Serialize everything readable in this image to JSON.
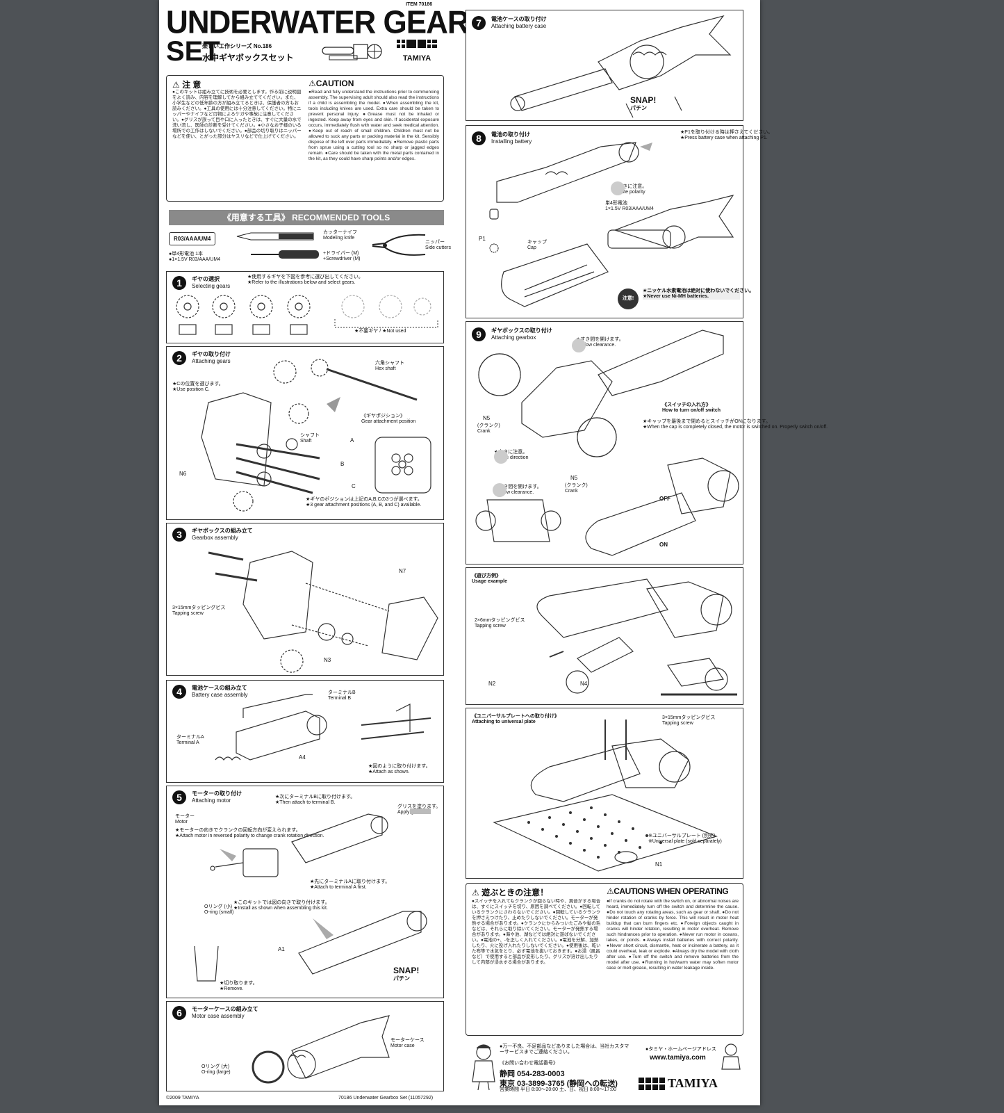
{
  "header": {
    "item_no": "ITEM 70186",
    "title_line1": "UNDERWATER GEARBOX",
    "title_line2": "SET",
    "series_jp": "楽しい工作シリーズ No.186",
    "title_jp": "水中ギヤボックスセット",
    "brand": "TAMIYA"
  },
  "caution": {
    "jp_heading": "注 意",
    "en_heading": "CAUTION",
    "jp_text": "●このキットは組み立てに技術を必要とします。作る前に説明図をよく読み、内容を理解してから組み立ててください。また、小学生などの低年齢の方が組み立てるときは、保護者の方もお読みください。●工具の使用には十分注意してください。特にニッパーやナイフなど刃物によるケガや事故に注意してください。●グリスが誤って目や口に入ったときは、すぐに大量の水で洗い流し、医師の診断を受けてください。●小さなお子様のいる場所での工作はしないでください。●部品の切り取りはニッパーなどを使い、とがった部分はヤスリなどで仕上げてください。",
    "en_text": "●Read and fully understand the instructions prior to commencing assembly. The supervising adult should also read the instructions if a child is assembling the model. ●When assembling the kit, tools including knives are used. Extra care should be taken to prevent personal injury. ●Grease must not be inhaled or ingested. Keep away from eyes and skin. If accidental exposure occurs, immediately flush with water and seek medical attention. ●Keep out of reach of small children. Children must not be allowed to suck any parts or packing material in the kit. Sensibly dispose of the left over parts immediately. ●Remove plastic parts from sprue using a cutting tool so no sharp or jagged edges remain. ●Care should be taken with the metal parts contained in the kit, as they could have sharp points and/or edges."
  },
  "tools": {
    "heading": "《用意する工具》 RECOMMENDED TOOLS",
    "battery_label": "R03/AAA/UM4",
    "battery_note": "●単4形電池 1本\n●1×1.5V R03/AAA/UM4",
    "knife": "カッターナイフ\nModeling knife",
    "driver": "+ドライバー (M)\n+Screwdriver (M)",
    "cutters": "ニッパー\nSide cutters"
  },
  "steps": [
    {
      "num": "1",
      "jp": "ギヤの選択",
      "en": "Selecting gears",
      "note": "★使用するギヤを下図を参考に選び出してください。\n★Refer to the illustrations below and select gears.",
      "extra": "★不要ギヤ / ★Not used"
    },
    {
      "num": "2",
      "jp": "ギヤの取り付け",
      "en": "Attaching gears",
      "note": "★Cの位置を選びます。\n★Use position C.",
      "hex": "六角シャフト\nHex shaft",
      "pos": "《ギヤポジション》\nGear attachment position",
      "shaft": "シャフト\nShaft",
      "part": "N6",
      "foot": "★ギヤのポジションは上記のA,B,Cの3つが選べます。\n★3 gear attachment positions (A, B, and C) available.",
      "a": "A",
      "b": "B",
      "c": "C"
    },
    {
      "num": "3",
      "jp": "ギヤボックスの組み立て",
      "en": "Gearbox assembly",
      "screw": "3×15mmタッピングビス\nTapping screw",
      "n7": "N7",
      "n3": "N3"
    },
    {
      "num": "4",
      "jp": "電池ケースの組み立て",
      "en": "Battery case assembly",
      "tb": "ターミナルB\nTerminal B",
      "ta": "ターミナルA\nTerminal A",
      "a4": "A4",
      "note": "★図のように取り付けます。\n★Attach as shown."
    },
    {
      "num": "5",
      "jp": "モーターの取り付け",
      "en": "Attaching motor",
      "motor": "モーター\nMotor",
      "motor_note": "★モーターの向きでクランクの回転方向が変えられます。\n★Attach motor in reversed polarity to change crank rotation direction.",
      "step2": "★次にターミナルBに取り付けます。\n★Then attach to terminal B.",
      "grease": "グリスを塗ります。\nApply grease.",
      "step1": "★先にターミナルAに取り付けます。\n★Attach to terminal A first.",
      "oring": "Oリング (小)\nO-ring (small)",
      "install": "★このキットでは図の向きで取り付けます。\n★Install as shown when assembling this kit.",
      "a1": "A1",
      "remove": "★切り取ります。\n★Remove.",
      "snap": "SNAP!",
      "snap_jp": "パチン"
    },
    {
      "num": "6",
      "jp": "モーターケースの組み立て",
      "en": "Motor case assembly",
      "oring": "Oリング (大)\nO-ring (large)",
      "case": "モーターケース\nMotor case"
    },
    {
      "num": "7",
      "jp": "電池ケースの取り付け",
      "en": "Attaching battery case",
      "snap": "SNAP!",
      "snap_jp": "パチン"
    },
    {
      "num": "8",
      "jp": "電池の取り付け",
      "en": "Installing battery",
      "p1note": "★P1を取り付ける時は押さえてください。\n★Press battery case when attaching P1.",
      "polarity": "★向きに注意。\n★Note polarity",
      "battery": "単4形電池\n1×1.5V R03/AAA/UM4",
      "p1": "P1",
      "cap": "キャップ\nCap",
      "caution_badge": "注意!",
      "nimh": "★ニッケル水素電池は絶対に使わないでください。\n★Never use Ni-MH batteries."
    },
    {
      "num": "9",
      "jp": "ギヤボックスの取り付け",
      "en": "Attaching gearbox",
      "clear1": "★すき間を開けます。\n★Allow clearance.",
      "switch": "《スイッチの入れ方》\nHow to turn on/off switch",
      "switch_note": "★キャップを最後まで閉めるとスイッチがONになります。\n★When the cap is completely closed, the motor is switched on. Properly switch on/off.",
      "n5a": "N5",
      "crank": "(クランク)\nCrank",
      "dir": "★向きに注意。\n★Note direction",
      "n5b": "N5",
      "clear2": "★すき間を開けます。\n★Allow clearance.",
      "off": "OFF",
      "on": "ON"
    }
  ],
  "usage": {
    "title": "《遊び方例》\nUsage example",
    "screw": "2×6mmタッピングビス\nTapping screw",
    "n2": "N2",
    "n4": "N4"
  },
  "universal": {
    "title": "《ユニバーサルプレートへの取り付け》\nAttaching to universal plate",
    "screw": "3×15mmタッピングビス\nTapping screw",
    "plate": "※ユニバーサルプレート (別売)\n※Universal plate (sold separately)",
    "n1": "N1"
  },
  "operating": {
    "jp_heading": "遊ぶときの注意！",
    "en_heading": "CAUTIONS WHEN OPERATING",
    "jp_text": "●スイッチを入れてもクランクが回らない時や、異音がする場合は、すぐにスイッチを切り、原因を調べてください。●回転しているクランクにさわらないでください。●回転しているクランクを押さえつけたり、止めたりしないでください。モーターが発熱する場合があります。●クランクにからみついたごみや髪の毛などは、それらに取り除いてください。モーターが発熱する場合があります。●海や池、湖などでは絶対に遊ばないでください。●電池の+、-を正しく入れてください。●電池を分解、加熱したり、火に投げ入れたりしないでください。●使用後は、乾いた布等で水気をとり、必ず電池を抜いておきます。●お湯（風呂など）で使用すると部品が変形したり、グリスが溶け出したりして内部が浸水する場合があります。",
    "en_text": "●If cranks do not rotate with the switch on, or abnormal noises are heard, immediately turn off the switch and determine the cause. ●Do not touch any rotating areas, such as gear or shaft. ●Do not hinder rotation of cranks by force. This will result in motor heat buildup that can burn fingers etc. ●Foreign objects caught in cranks will hinder rotation, resulting in motor overheat. Remove such hindrances prior to operation. ●Never run motor in oceans, lakes, or ponds. ●Always install batteries with correct polarity. ●Never short circuit, dismantle, heat or incinerate a battery, as it could overheat, leak or explode. ●Always dry the model with cloth after use. ●Turn off the switch and remove batteries from the model after use. ●Running in hot/warm water may soften motor case or melt grease, resulting in water leakage inside."
  },
  "contact": {
    "note": "●万一不良、不足部品などありました場合は、当社カスタマーサービスまでご連絡ください。",
    "heading": "《お問い合わせ電話番号》",
    "shizuoka": "静岡 054-283-0003",
    "tokyo": "東京 03-3899-3765 (静岡への転送)",
    "hours": "営業時間 平日 8:00〜20:00 土、日、祝日 8:00〜17:00",
    "web_label": "●タミヤ・ホームページアドレス",
    "web": "www.tamiya.com",
    "brand": "TAMIYA"
  },
  "footer": {
    "left": "©2009 TAMIYA",
    "right": "70186 Underwater Gearbox Set (11057292)"
  }
}
